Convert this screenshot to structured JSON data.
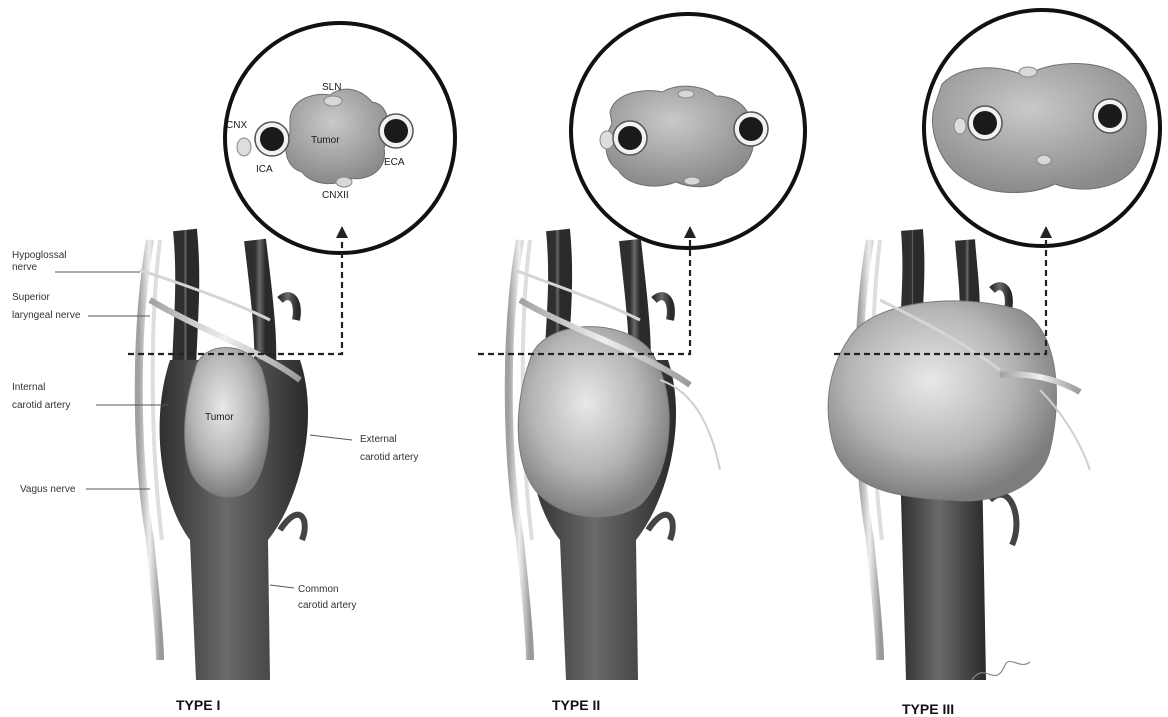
{
  "panels": [
    {
      "type_label": "TYPE I",
      "inset_labels": {
        "sln": "SLN",
        "cnx": "CNX",
        "tumor": "Tumor",
        "ica": "ICA",
        "eca": "ECA",
        "cnxii": "CNXII"
      },
      "side_labels": {
        "hypoglossal_1": "Hypoglossal",
        "hypoglossal_2": "nerve",
        "superior_1": "Superior",
        "superior_2": "laryngeal nerve",
        "internal_1": "Internal",
        "internal_2": "carotid artery",
        "tumor": "Tumor",
        "external_1": "External",
        "external_2": "carotid artery",
        "vagus": "Vagus nerve",
        "common_1": "Common",
        "common_2": "carotid artery"
      }
    },
    {
      "type_label": "TYPE II"
    },
    {
      "type_label": "TYPE III"
    }
  ],
  "colors": {
    "artery": "#4a4a4a",
    "nerve": "#cfcfcf",
    "tumor": "#b8b8b8",
    "inset_tumor": "#9c9c9c"
  }
}
